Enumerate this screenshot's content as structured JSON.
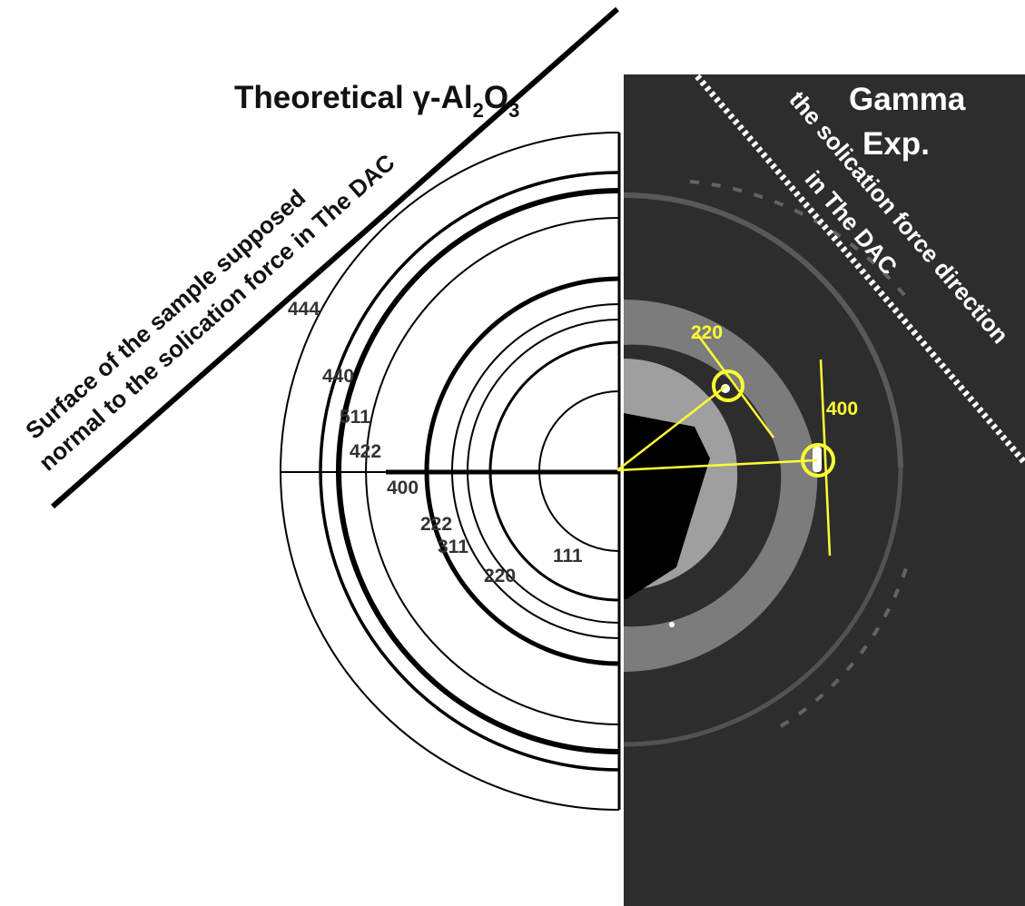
{
  "theoretical": {
    "title_main": "Theoretical γ-Al",
    "title_sub1": "2",
    "title_o": "O",
    "title_sub2": "3",
    "ring_labels": [
      "444",
      "440",
      "511",
      "422",
      "400",
      "222",
      "311",
      "220",
      "111"
    ]
  },
  "experimental": {
    "title_line1": "Gamma",
    "title_line2": "Exp.",
    "direction_line1": "the solication force direction",
    "direction_line2": "in The DAC",
    "spot_labels": [
      "220",
      "400"
    ]
  },
  "surface_annotation": {
    "line1": "Surface of the sample supposed",
    "line2": "normal to the solication force in The DAC"
  },
  "colors": {
    "panel_dark": "#2d2d2d",
    "highlight": "#ffff33",
    "rings": "#000000"
  }
}
